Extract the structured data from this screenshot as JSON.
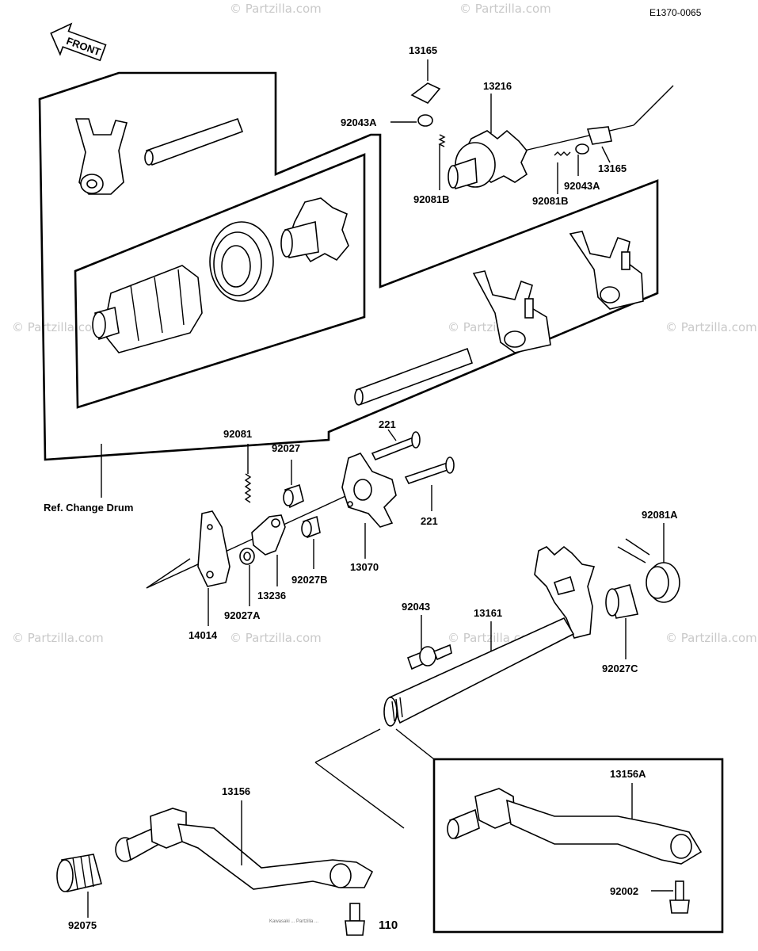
{
  "diagram_code": "E1370-0065",
  "front_label": "FRONT",
  "ref_note": "Ref. Change Drum",
  "watermark": "© Partzilla.com",
  "page_number": "110",
  "footer_fine_print": "Kawasaki ... Partzilla ...",
  "callouts": {
    "c13165a": "13165",
    "c13216": "13216",
    "c92043a_1": "92043A",
    "c92081b_1": "92081B",
    "c13165b": "13165",
    "c92043a_2": "92043A",
    "c92081b_2": "92081B",
    "c92081": "92081",
    "c92027": "92027",
    "c221a": "221",
    "c221b": "221",
    "c92027b": "92027B",
    "c13070": "13070",
    "c13236": "13236",
    "c92027a": "92027A",
    "c14014": "14014",
    "c92081a": "92081A",
    "c92043": "92043",
    "c13161": "13161",
    "c92027c": "92027C",
    "c13156": "13156",
    "c13156a": "13156A",
    "c92002": "92002",
    "c92075": "92075"
  }
}
